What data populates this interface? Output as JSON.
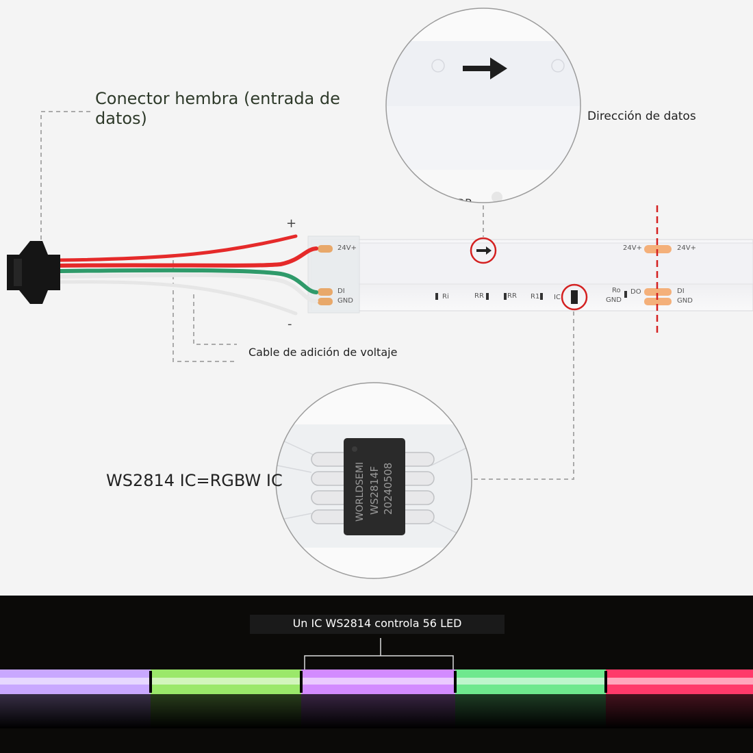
{
  "labels": {
    "connector": "Conector hembra (entrada de datos)",
    "data_direction": "Dirección de datos",
    "voltage_cable": "Cable de adición de voltaje",
    "ic_type": "WS2814 IC=RGBW IC",
    "ic_controls": "Un IC WS2814 controla 56 LED"
  },
  "wire_signs": {
    "plus": "+",
    "minus": "-"
  },
  "strip_pads": {
    "left_top": "24V+",
    "left_di": "DI",
    "left_gnd": "GND",
    "right_24v_a": "24V+",
    "right_24v_b": "24V+",
    "right_di": "DI",
    "right_gnd": "GND",
    "ro": "Ro",
    "do": "DO",
    "gnd_mid": "GND"
  },
  "components": {
    "ri": "Ri",
    "rr1": "RR",
    "rr2": "RR",
    "r1": "R1",
    "ic": "IC"
  },
  "chip_text": {
    "brand": "WORLDSEMI",
    "model": "WS2814F",
    "date": "20240508"
  },
  "colors": {
    "wire_red": "#e52a2a",
    "wire_green": "#2f9a6a",
    "wire_white": "#e6e6e6",
    "pad": "#e8a86a",
    "cut_line": "#d42020",
    "callout": "#d42020",
    "segments": [
      "#c9a8ff",
      "#9be86a",
      "#d38bff",
      "#6fe88e",
      "#ff3a6a"
    ]
  },
  "icons": [
    "connector-icon",
    "arrow-right-icon",
    "chip-icon"
  ]
}
